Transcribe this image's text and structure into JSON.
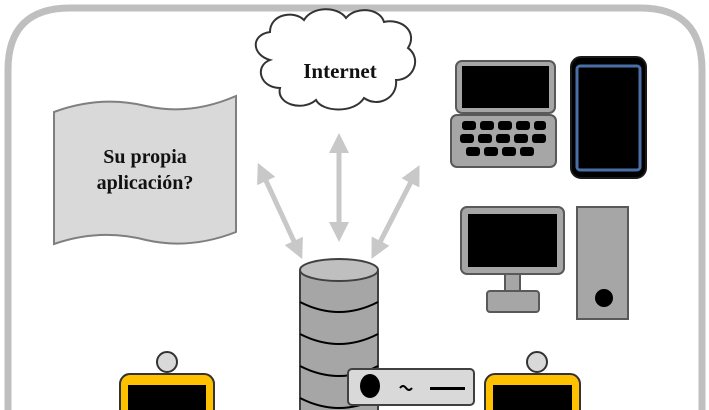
{
  "cloud": {
    "label": "Internet"
  },
  "document": {
    "label_line1": "Su propia",
    "label_line2": "aplicación?"
  },
  "icons": {
    "cloud": "cloud-icon",
    "document": "document-icon",
    "laptop": "laptop-icon",
    "phone": "phone-icon",
    "desktop": "desktop-monitor-icon",
    "tower": "computer-tower-icon",
    "database": "database-icon",
    "device": "device-box-icon",
    "tag_left": "yellow-tag-device-icon",
    "tag_right": "yellow-tag-device-icon"
  },
  "colors": {
    "frame": "#bfbfbf",
    "panel": "#d9d9d9",
    "device_gray": "#a6a6a6",
    "outline": "#595959",
    "screen": "#000000",
    "phone_border": "#4a6fa8",
    "tag_yellow": "#ffc000",
    "arrow": "#c8c8c8"
  }
}
